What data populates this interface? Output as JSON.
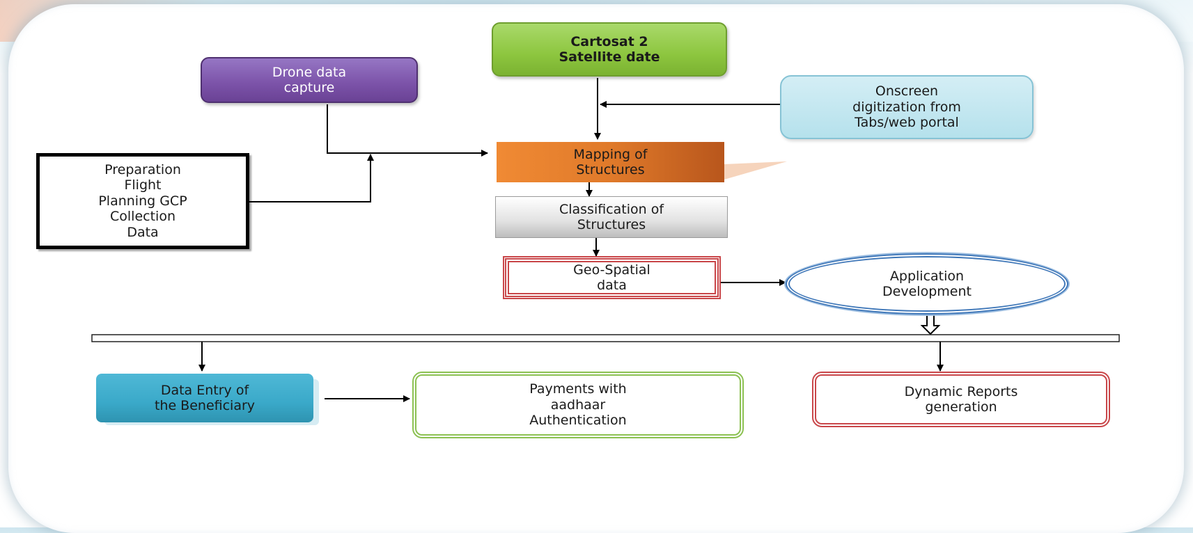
{
  "diagram": {
    "nodes": {
      "cartosat": "Cartosat 2\nSatellite date",
      "drone": "Drone data\ncapture",
      "onscreen": "Onscreen\ndigitization from\nTabs/web portal",
      "preparation": "Preparation\nFlight\nPlanning GCP\nCollection\nData",
      "mapping": "Mapping of\nStructures",
      "classification": "Classification of\nStructures",
      "geospatial": "Geo-Spatial\ndata",
      "application": "Application\nDevelopment",
      "data_entry": "Data Entry of\nthe Beneficiary",
      "payments": "Payments with\naadhaar\nAuthentication",
      "reports": "Dynamic Reports\ngeneration"
    },
    "edges": [
      [
        "cartosat",
        "mapping"
      ],
      [
        "onscreen",
        "mapping"
      ],
      [
        "drone",
        "mapping"
      ],
      [
        "preparation",
        "mapping"
      ],
      [
        "mapping",
        "classification"
      ],
      [
        "classification",
        "geospatial"
      ],
      [
        "geospatial",
        "application"
      ],
      [
        "application",
        "distribution-bar"
      ],
      [
        "distribution-bar",
        "data_entry"
      ],
      [
        "distribution-bar",
        "reports"
      ],
      [
        "data_entry",
        "payments"
      ]
    ],
    "colors": {
      "cartosat": "#8dc63f",
      "drone": "#7b52a8",
      "onscreen": "#b5e1ec",
      "mapping": "#e07a2a",
      "classification": "#cfcfcf",
      "geospatial_border": "#c9474a",
      "application_border": "#3f77b8",
      "data_entry": "#3aa9c9",
      "payments_border": "#8cc152",
      "reports_border": "#c9474a"
    }
  }
}
